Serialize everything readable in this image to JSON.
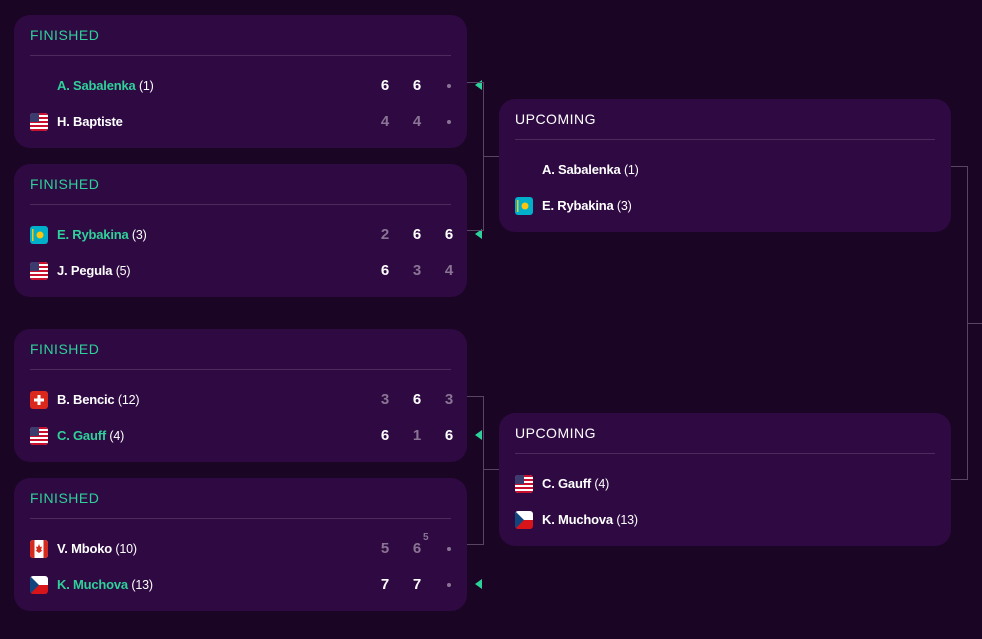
{
  "matches": [
    {
      "status": "FINISHED",
      "players": [
        {
          "name": "A. Sabalenka",
          "seed": "(1)",
          "flag": "none",
          "winner": true,
          "scores": [
            "6",
            "6"
          ],
          "score_state": [
            "won",
            "won"
          ]
        },
        {
          "name": "H. Baptiste",
          "seed": "",
          "flag": "usa-flag-icon",
          "winner": false,
          "scores": [
            "4",
            "4"
          ],
          "score_state": [
            "lost",
            "lost"
          ]
        }
      ]
    },
    {
      "status": "FINISHED",
      "players": [
        {
          "name": "E. Rybakina",
          "seed": "(3)",
          "flag": "kazakhstan-flag-icon",
          "winner": true,
          "scores": [
            "2",
            "6",
            "6"
          ],
          "score_state": [
            "lost",
            "won",
            "won"
          ]
        },
        {
          "name": "J. Pegula",
          "seed": "(5)",
          "flag": "usa-flag-icon",
          "winner": false,
          "scores": [
            "6",
            "3",
            "4"
          ],
          "score_state": [
            "won",
            "lost",
            "lost"
          ]
        }
      ]
    },
    {
      "status": "FINISHED",
      "players": [
        {
          "name": "B. Bencic",
          "seed": "(12)",
          "flag": "switzerland-flag-icon",
          "winner": false,
          "scores": [
            "3",
            "6",
            "3"
          ],
          "score_state": [
            "lost",
            "won",
            "lost"
          ]
        },
        {
          "name": "C. Gauff",
          "seed": "(4)",
          "flag": "usa-flag-icon",
          "winner": true,
          "scores": [
            "6",
            "1",
            "6"
          ],
          "score_state": [
            "won",
            "lost",
            "won"
          ]
        }
      ]
    },
    {
      "status": "FINISHED",
      "players": [
        {
          "name": "V. Mboko",
          "seed": "(10)",
          "flag": "canada-flag-icon",
          "winner": false,
          "scores": [
            "5",
            "6"
          ],
          "score_state": [
            "lost",
            "lost"
          ],
          "tiebreak": "5"
        },
        {
          "name": "K. Muchova",
          "seed": "(13)",
          "flag": "czech-flag-icon",
          "winner": true,
          "scores": [
            "7",
            "7"
          ],
          "score_state": [
            "won",
            "won"
          ]
        }
      ]
    }
  ],
  "upcoming": [
    {
      "status": "UPCOMING",
      "players": [
        {
          "name": "A. Sabalenka",
          "seed": "(1)",
          "flag": "none"
        },
        {
          "name": "E. Rybakina",
          "seed": "(3)",
          "flag": "kazakhstan-flag-icon"
        }
      ]
    },
    {
      "status": "UPCOMING",
      "players": [
        {
          "name": "C. Gauff",
          "seed": "(4)",
          "flag": "usa-flag-icon"
        },
        {
          "name": "K. Muchova",
          "seed": "(13)",
          "flag": "czech-flag-icon"
        }
      ]
    }
  ],
  "colors": {
    "background": "#1b0524",
    "card": "#2e0942",
    "accent_green": "#2ed19a",
    "muted": "#8a7493"
  }
}
